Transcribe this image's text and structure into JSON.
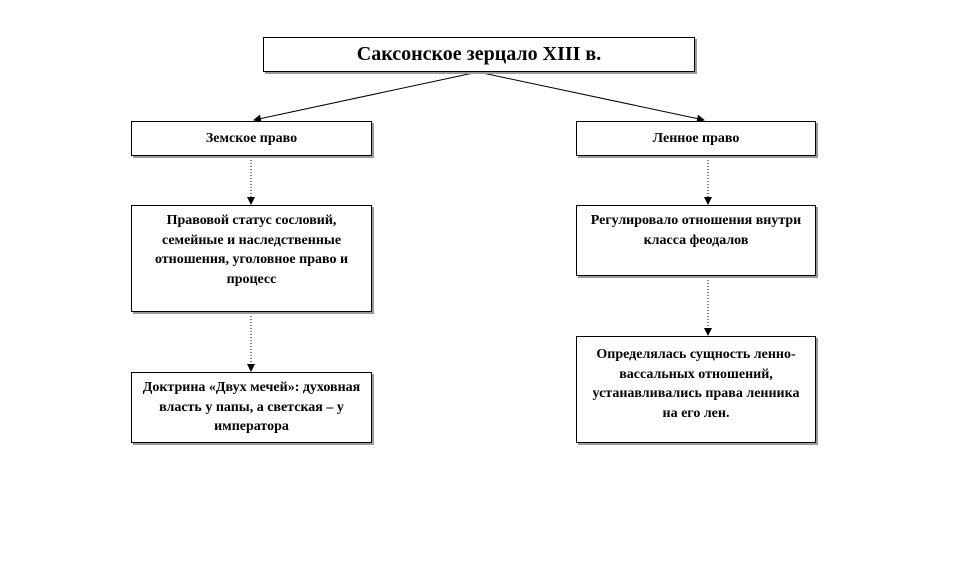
{
  "diagram": {
    "title": "Саксонское зерцало XIII  в.",
    "left": {
      "heading": "Земское право",
      "content": "Правовой статус сословий, семейные и наследственные отношения, уголовное право и процесс",
      "doctrine": "Доктрина «Двух мечей»: духовная власть у папы, а светская – у императора"
    },
    "right": {
      "heading": "Ленное право",
      "content": "Регулировало отношения внутри класса феодалов",
      "details": "Определялась сущность ленно-вассальных отношений, устанавливались права ленника на его лен."
    }
  }
}
